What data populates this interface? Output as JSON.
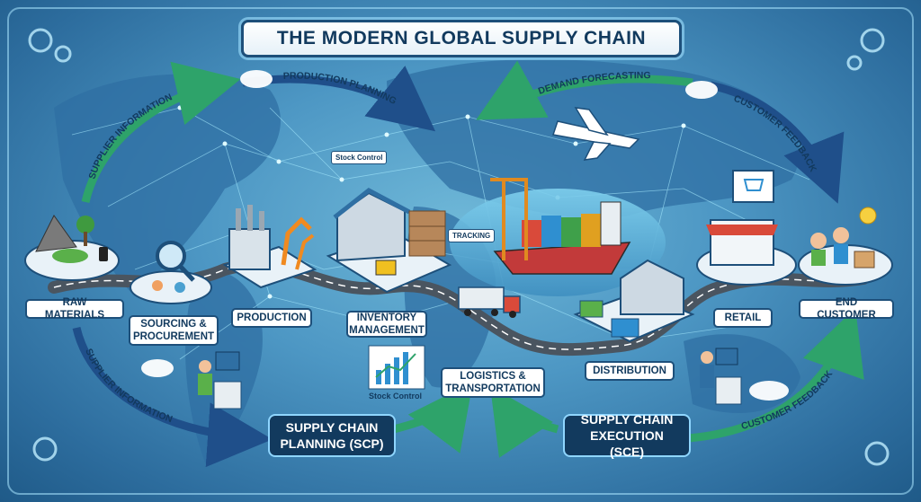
{
  "title": "THE MODERN GLOBAL SUPPLY CHAIN",
  "stages": {
    "raw_materials": "RAW MATERIALS",
    "sourcing": "SOURCING & PROCUREMENT",
    "production": "PRODUCTION",
    "inventory": "INVENTORY MANAGEMENT",
    "logistics": "LOGISTICS & TRANSPORTATION",
    "distribution": "DISTRIBUTION",
    "retail": "RETAIL",
    "end_customer": "END CUSTOMER"
  },
  "planning": {
    "scp": "SUPPLY CHAIN PLANNING (SCP)",
    "sce": "SUPPLY CHAIN EXECUTION (SCE)"
  },
  "flows": {
    "supplier_info_top": "SUPPLIER INFORMATION",
    "production_planning": "PRODUCTION PLANNING",
    "demand_forecasting": "DEMAND FORECASTING",
    "customer_feedback_top": "CUSTOMER FEEDBACK",
    "supplier_info_bottom": "SUPPLIER INFORMATION",
    "customer_feedback_bottom": "CUSTOMER FEEDBACK"
  },
  "tags": {
    "stock_control_screen": "Stock Control",
    "tracking": "TRACKING",
    "stock_control_chart": "Stock Control"
  },
  "colors": {
    "navy": "#123a5e",
    "arrow_green": "#2ea36a",
    "arrow_blue": "#1f4f8a",
    "road": "#4a5560"
  }
}
